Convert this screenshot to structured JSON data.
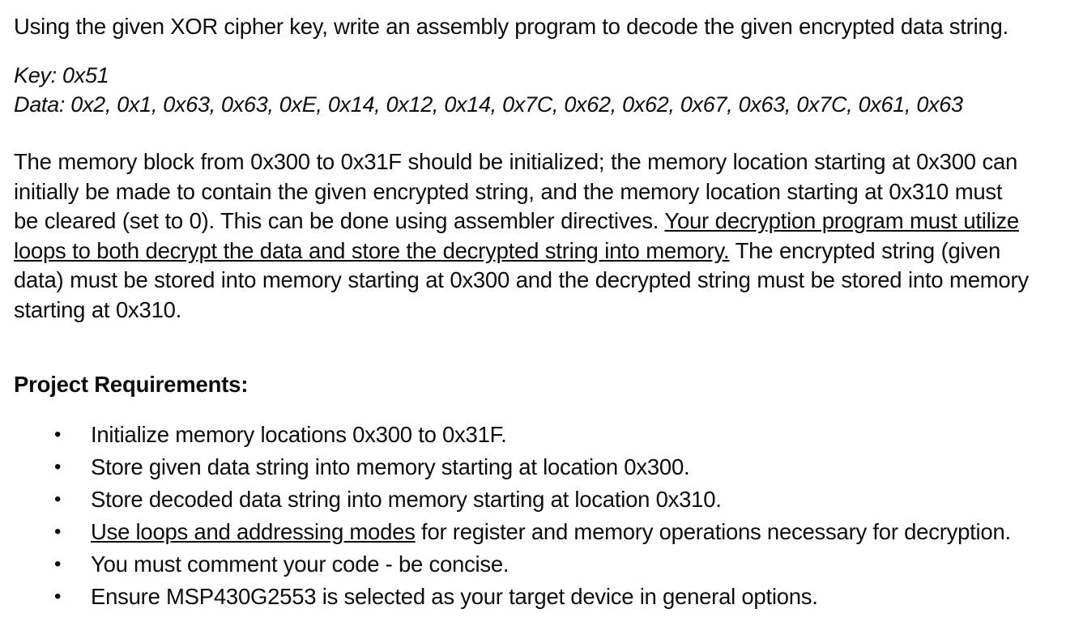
{
  "document": {
    "intro": "Using the given XOR cipher key, write an assembly program to decode the given encrypted data string.",
    "key_line": "Key: 0x51",
    "data_line": "Data: 0x2, 0x1, 0x63, 0x63, 0xE, 0x14, 0x12, 0x14, 0x7C, 0x62, 0x62, 0x67, 0x63, 0x7C, 0x61, 0x63",
    "paragraph": {
      "part1": "The memory block from 0x300 to 0x31F should be initialized; the memory location starting at 0x300 can initially be made to contain the given encrypted string, and the memory location starting at 0x310 must be cleared (set to 0). This can be done using assembler directives. ",
      "underlined": "Your decryption program must utilize loops to both decrypt the data and store the decrypted string into memory.",
      "part2": " The encrypted string (given data) must be stored into memory starting at 0x300 and the decrypted string must be stored into memory starting at 0x310."
    },
    "requirements_heading": "Project Requirements:",
    "bullet_char": "•",
    "requirements": [
      {
        "text": "Initialize memory locations 0x300 to 0x31F.",
        "underlined": "",
        "after": ""
      },
      {
        "text": "Store given data string into memory starting at location 0x300.",
        "underlined": "",
        "after": ""
      },
      {
        "text": "Store decoded data string into memory starting at location 0x310.",
        "underlined": "",
        "after": ""
      },
      {
        "text": "",
        "underlined": "Use loops and addressing modes",
        "after": " for register and memory operations necessary for decryption."
      },
      {
        "text": "You must comment your code - be concise.",
        "underlined": "",
        "after": ""
      },
      {
        "text": "Ensure MSP430G2553 is selected as your target device in general options.",
        "underlined": "",
        "after": ""
      }
    ]
  },
  "colors": {
    "background": "#ffffff",
    "text": "#0d0d0d"
  }
}
